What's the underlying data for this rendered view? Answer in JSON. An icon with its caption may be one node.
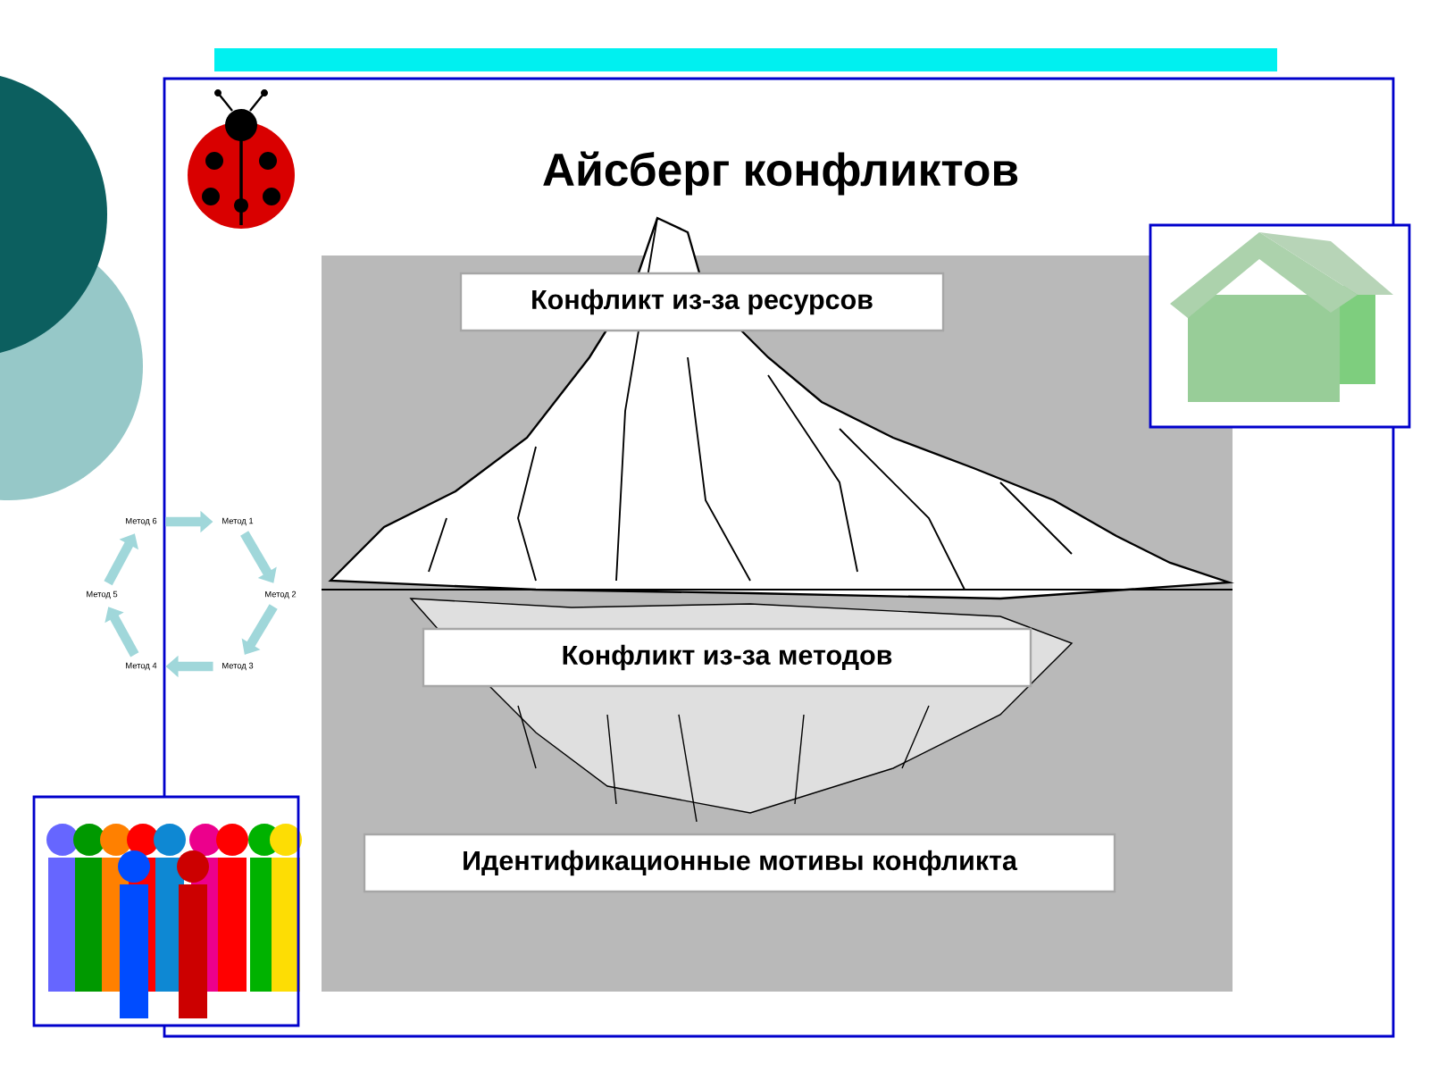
{
  "diagram": {
    "title": "Айсберг конфликтов",
    "nodes": [
      {
        "text": [
          "Конфликт из-за ресурсов"
        ]
      },
      {
        "text": [
          "Конфликт из-за методов"
        ]
      },
      {
        "text": [
          "Идентификационные мотивы конфликта"
        ]
      },
      {
        "text": [
          "Метод 6"
        ]
      },
      {
        "text": [
          "Метод 1"
        ]
      },
      {
        "text": [
          "Метод 5"
        ]
      },
      {
        "text": [
          "Метод 2"
        ]
      },
      {
        "text": [
          "Метод 4"
        ]
      },
      {
        "text": [
          "Метод 3"
        ]
      }
    ],
    "edges": [
      {
        "from": 3,
        "to": 4,
        "arrow": "to"
      },
      {
        "from": 4,
        "to": 6,
        "arrow": "to"
      },
      {
        "from": 6,
        "to": 8,
        "arrow": "to"
      },
      {
        "from": 8,
        "to": 7,
        "arrow": "to"
      },
      {
        "from": 7,
        "to": 5,
        "arrow": "to"
      },
      {
        "from": 5,
        "to": 3,
        "arrow": "to"
      }
    ]
  }
}
